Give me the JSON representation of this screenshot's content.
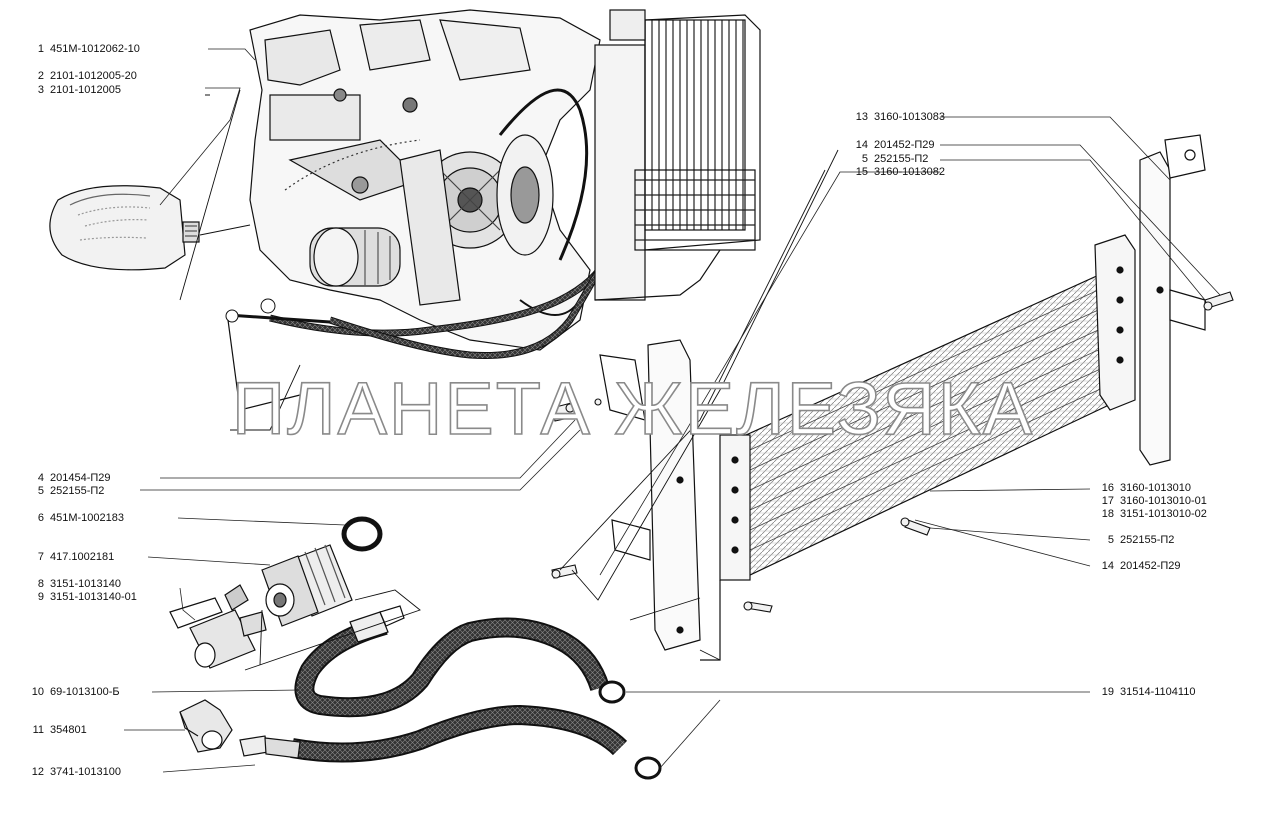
{
  "watermark": "ПЛАНЕТА ЖЕЛЕЗЯКА",
  "callouts": [
    {
      "n": "1",
      "code": "451М-1012062-10"
    },
    {
      "n": "2",
      "code": "2101-1012005-20"
    },
    {
      "n": "3",
      "code": "2101-1012005"
    },
    {
      "n": "4",
      "code": "201454-П29"
    },
    {
      "n": "5",
      "code": "252155-П2"
    },
    {
      "n": "6",
      "code": "451М-1002183"
    },
    {
      "n": "7",
      "code": "417.1002181"
    },
    {
      "n": "8",
      "code": "3151-1013140"
    },
    {
      "n": "9",
      "code": "3151-1013140-01"
    },
    {
      "n": "10",
      "code": "69-1013100-Б"
    },
    {
      "n": "11",
      "code": "354801"
    },
    {
      "n": "12",
      "code": "3741-1013100"
    },
    {
      "n": "13",
      "code": "3160-1013083"
    },
    {
      "n": "14",
      "code": "201452-П29"
    },
    {
      "n": "5",
      "code": "252155-П2"
    },
    {
      "n": "15",
      "code": "3160-1013082"
    },
    {
      "n": "16",
      "code": "3160-1013010"
    },
    {
      "n": "17",
      "code": "3160-1013010-01"
    },
    {
      "n": "18",
      "code": "3151-1013010-02"
    },
    {
      "n": "5",
      "code": "252155-П2"
    },
    {
      "n": "14",
      "code": "201452-П29"
    },
    {
      "n": "19",
      "code": "31514-1104110"
    }
  ]
}
